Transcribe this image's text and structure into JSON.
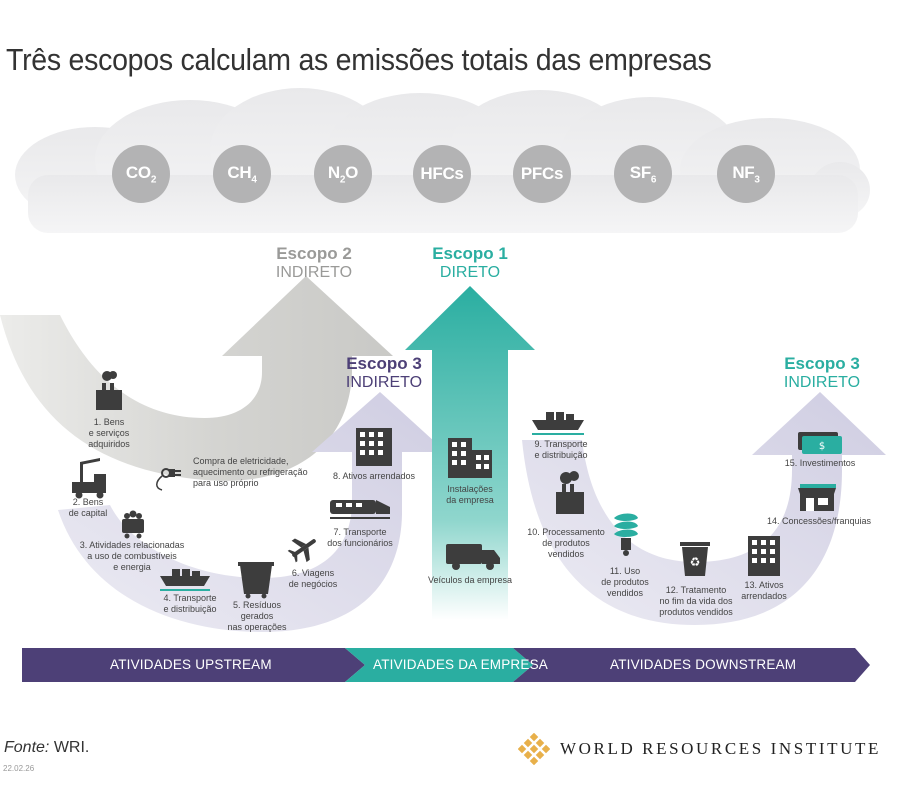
{
  "title": "Três escopos calculam as emissões totais das empresas",
  "gases": [
    {
      "base": "CO",
      "sub": "2"
    },
    {
      "base": "CH",
      "sub": "4"
    },
    {
      "base": "N",
      "sub": "2",
      "tail": "O"
    },
    {
      "base": "HFCs",
      "sub": ""
    },
    {
      "base": "PFCs",
      "sub": ""
    },
    {
      "base": "SF",
      "sub": "6"
    },
    {
      "base": "NF",
      "sub": "3"
    }
  ],
  "scopes": {
    "scope2": {
      "name": "Escopo 2",
      "kind": "INDIRETO",
      "color": "#9a9a98"
    },
    "scope1": {
      "name": "Escopo 1",
      "kind": "DIRETO",
      "color": "#2aaea1"
    },
    "scope3_up": {
      "name": "Escopo 3",
      "kind": "INDIRETO",
      "color": "#4d4077"
    },
    "scope3_down": {
      "name": "Escopo 3",
      "kind": "INDIRETO",
      "color": "#2aaea1"
    }
  },
  "labels": {
    "bens_servicos": [
      "1. Bens",
      "e serviços",
      "adquiridos"
    ],
    "bens_capital": [
      "2. Bens",
      "de capital"
    ],
    "combustiveis": [
      "3. Atividades relacionadas",
      "a uso de combustíveis",
      "e energia"
    ],
    "transporte_up": [
      "4. Transporte",
      "e distribuição"
    ],
    "residuos": [
      "5. Resíduos",
      "gerados",
      "nas operações"
    ],
    "viagens": [
      "6. Viagens",
      "de negócios"
    ],
    "funcionarios": [
      "7. Transporte",
      "dos funcionários"
    ],
    "ativos_up": [
      "8. Ativos arrendados"
    ],
    "eletricidade": [
      "Compra de eletricidade,",
      "aquecimento ou refrigeração",
      "para uso próprio"
    ],
    "instalacoes": [
      "Instalações",
      "da empresa"
    ],
    "veiculos": [
      "Veículos da empresa"
    ],
    "transporte_down": [
      "9. Transporte",
      "e distribuição"
    ],
    "processamento": [
      "10. Processamento",
      "de produtos",
      "vendidos"
    ],
    "uso": [
      "11. Uso",
      "de produtos",
      "vendidos"
    ],
    "tratamento": [
      "12. Tratamento",
      "no fim da vida dos",
      "produtos vendidos"
    ],
    "ativos_down": [
      "13. Ativos",
      "arrendados"
    ],
    "concessoes": [
      "14. Concessões/franquias"
    ],
    "investimentos": [
      "15. Investimentos"
    ]
  },
  "bands": {
    "upstream": "ATIVIDADES UPSTREAM",
    "empresa": "ATIVIDADES DA EMPRESA",
    "downstream": "ATIVIDADES DOWNSTREAM"
  },
  "colors": {
    "upstream": "#4d4077",
    "empresa": "#2aaea1",
    "downstream": "#4d4077",
    "scope2_arrow": "#d6d6d3",
    "scope1_arrow": "#2aaea1",
    "scope3_arrow": "#d7d6e6",
    "gas_circle": "#b3b3b4",
    "icon": "#3d3d3d"
  },
  "source": {
    "prefix": "Fonte:",
    "text": "WRI."
  },
  "date": "22.02.26",
  "logo_text": "WORLD RESOURCES INSTITUTE"
}
